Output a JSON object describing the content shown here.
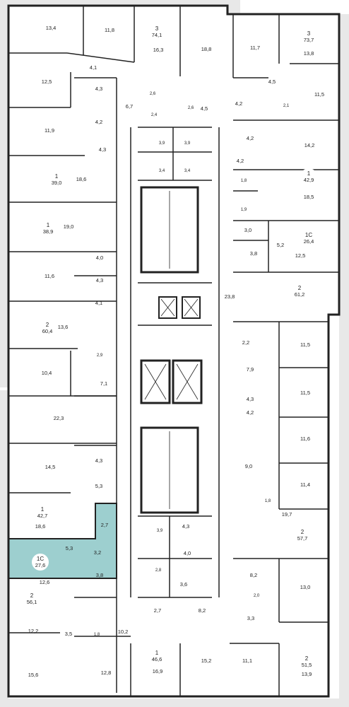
{
  "colors": {
    "wall": "#222222",
    "window": "#e5e5e5",
    "highlight": "#9dcfcf",
    "circle_fill": "#ffffff",
    "text": "#222222"
  },
  "apartments": [
    {
      "num": "3",
      "area": "74,1"
    },
    {
      "num": "3",
      "area": "73,7"
    },
    {
      "num": "1",
      "area": "39,0"
    },
    {
      "num": "1",
      "area": "42,9"
    },
    {
      "num": "1",
      "area": "38,9"
    },
    {
      "num": "1С",
      "area": "26,4"
    },
    {
      "num": "2",
      "area": "61,2"
    },
    {
      "num": "2",
      "area": "60,4"
    },
    {
      "num": "1",
      "area": "42,7"
    },
    {
      "num": "2",
      "area": "57,7"
    },
    {
      "num": "1С",
      "area": "27,6"
    },
    {
      "num": "2",
      "area": "56,1"
    },
    {
      "num": "1",
      "area": "46,6"
    },
    {
      "num": "2",
      "area": "51,5"
    }
  ],
  "rooms": [
    "13,4",
    "11,8",
    "16,3",
    "18,8",
    "11,7",
    "13,8",
    "12,5",
    "4,1",
    "4,3",
    "2,6",
    "6,7",
    "2,4",
    "2,6",
    "4,5",
    "4,5",
    "11,5",
    "4,2",
    "4,2",
    "2,1",
    "11,9",
    "4,3",
    "3,9",
    "3,9",
    "4,2",
    "14,2",
    "18,6",
    "3,4",
    "3,4",
    "4,2",
    "1,8",
    "18,5",
    "1,9",
    "19,0",
    "3,0",
    "5,2",
    "12,5",
    "4,0",
    "3,8",
    "11,6",
    "4,3",
    "23,8",
    "4,1",
    "13,6",
    "2,2",
    "11,5",
    "2,9",
    "10,4",
    "7,9",
    "7,1",
    "11,5",
    "4,3",
    "4,2",
    "22,3",
    "11,6",
    "4,3",
    "9,0",
    "14,5",
    "11,4",
    "5,3",
    "1,8",
    "18,6",
    "2,7",
    "19,7",
    "3,9",
    "4,3",
    "4,0",
    "3,2",
    "5,3",
    "3,8",
    "12,6",
    "2,8",
    "3,6",
    "8,2",
    "13,0",
    "2,0",
    "3,3",
    "3,5",
    "1,8",
    "10,2",
    "2,7",
    "8,2",
    "12,2",
    "15,6",
    "12,8",
    "16,9",
    "15,2",
    "11,1",
    "13,9"
  ]
}
